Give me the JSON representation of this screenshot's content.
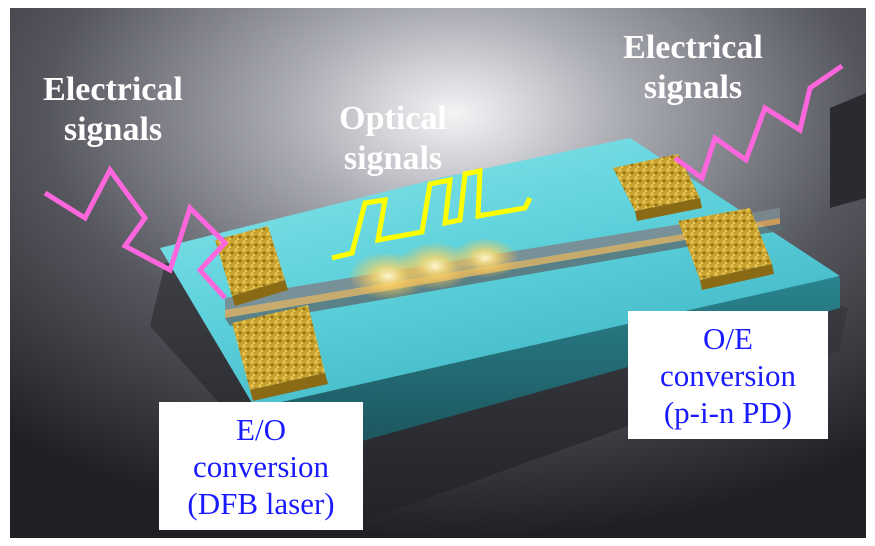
{
  "labels": {
    "electrical_left": [
      "Electrical",
      "signals"
    ],
    "optical": [
      "Optical",
      "signals"
    ],
    "electrical_right": [
      "Electrical",
      "signals"
    ]
  },
  "boxes": {
    "eo": [
      "E/O",
      "conversion",
      "(DFB laser)"
    ],
    "oe": [
      "O/E",
      "conversion",
      "(p-i-n PD)"
    ]
  },
  "colors": {
    "electrical_signal": "#ff66dd",
    "optical_signal": "#ffff00",
    "chip_top": "#5fd2dc",
    "gold_pad": "#c9a22e",
    "box_text": "#1a1aff",
    "label_text": "#ffffff"
  }
}
